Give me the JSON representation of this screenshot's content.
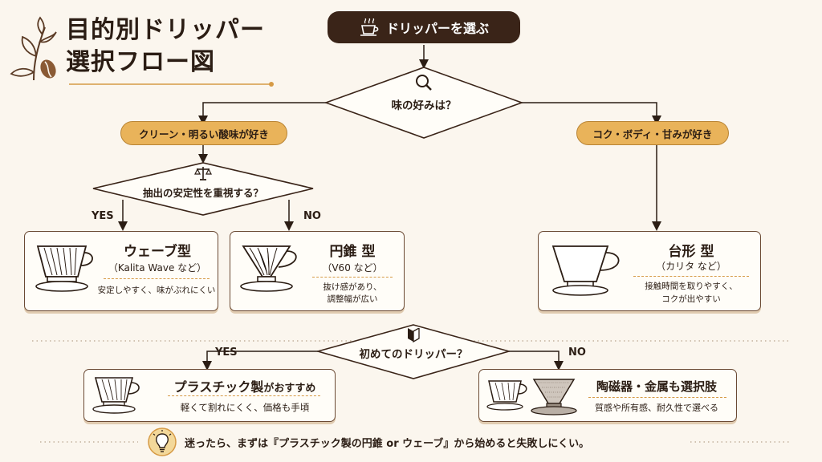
{
  "title": {
    "line1": "目的別ドリッパー",
    "line2": "選択フロー図"
  },
  "start": {
    "label": "ドリッパーを選ぶ",
    "icon": "coffee-cup-icon"
  },
  "q1": {
    "label": "味の好みは？",
    "icon": "magnifier-icon"
  },
  "branch_left": {
    "label": "クリーン・明るい酸味が好き"
  },
  "branch_right": {
    "label": "コク・ボディ・甘みが好き"
  },
  "q2": {
    "label": "抽出の安定性を重視する？",
    "icon": "scale-icon",
    "yes": "YES",
    "no": "NO"
  },
  "card_wave": {
    "title": "ウェーブ型",
    "sub": "（Kalita Wave など）",
    "desc": "安定しやすく、味がぶれにくい"
  },
  "card_cone": {
    "title": "円錐 型",
    "sub": "（V60 など）",
    "desc1": "抜け感があり、",
    "desc2": "調整幅が広い"
  },
  "card_trap": {
    "title": "台形 型",
    "sub": "（カリタ など）",
    "desc1": "接触時間を取りやすく、",
    "desc2": "コクが出やすい"
  },
  "q3": {
    "label": "初めてのドリッパー？",
    "icon": "beginner-mark-icon",
    "yes": "YES",
    "no": "NO"
  },
  "card_plastic": {
    "title_strong": "プラスチック製",
    "title_rest": "がおすすめ",
    "desc": "軽くて割れにくく、価格も手頃"
  },
  "card_ceramic": {
    "title": "陶磁器・金属も選択肢",
    "desc": "質感や所有感、耐久性で選べる"
  },
  "tip": {
    "text": "迷ったら、まずは『プラスチック製の円錐 or ウェーブ』から始めると失敗しにくい。",
    "icon": "lightbulb-icon"
  },
  "colors": {
    "dark": "#3a2418",
    "accent": "#e9b35a",
    "border": "#6b4a34",
    "bg": "#fbf6ee"
  }
}
